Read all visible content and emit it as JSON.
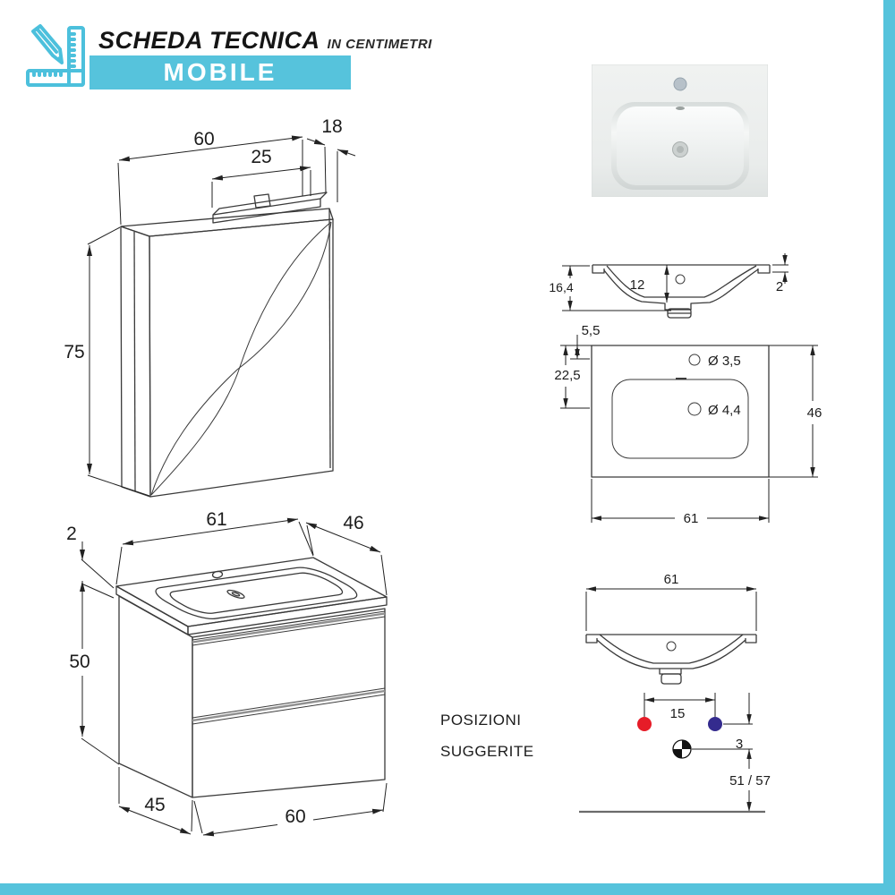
{
  "header": {
    "title": "SCHEDA TECNICA",
    "subtitle": "IN CENTIMETRI",
    "banner": "MOBILE",
    "accent_color": "#56c3dc"
  },
  "mirror_cabinet": {
    "width": "60",
    "depth": "18",
    "light_width": "25",
    "height": "75"
  },
  "vanity": {
    "top_width": "61",
    "top_depth": "46",
    "top_thickness": "2",
    "height": "50",
    "depth": "45",
    "width": "60"
  },
  "basin_section": {
    "height": "16,4",
    "bowl_depth": "12",
    "edge": "2"
  },
  "basin_plan": {
    "tap_offset": "5,5",
    "drain_offset": "22,5",
    "tap_hole": "Ø 3,5",
    "drain_hole": "Ø 4,4",
    "depth": "46",
    "width": "61"
  },
  "basin_front": {
    "width": "61",
    "tap_spacing": "15",
    "drop": "3",
    "drain_height": "51 / 57",
    "note_line1": "POSIZIONI",
    "note_line2": "SUGGERITE",
    "hot_color": "#e61c28",
    "cold_color": "#342b8e"
  }
}
